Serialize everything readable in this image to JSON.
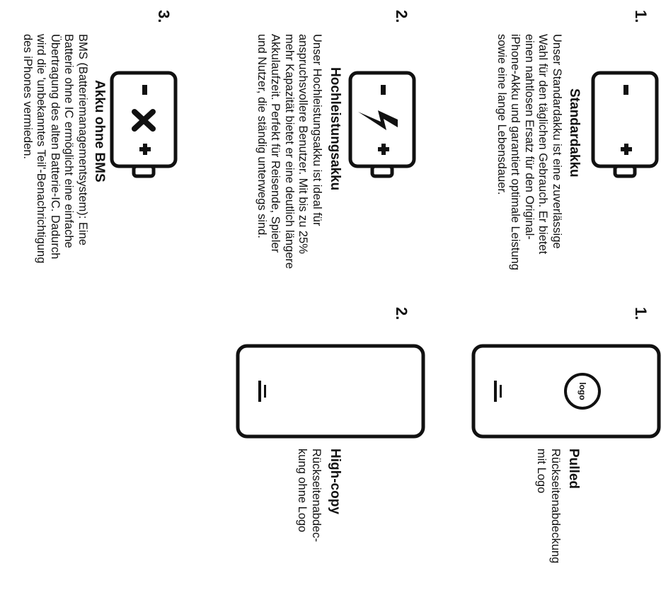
{
  "batteries": [
    {
      "number": "1.",
      "title": "Standardakku",
      "description": "Unser Standardakku ist eine zuverlässige Wahl für den täglichen Gebrauch. Er bietet einen nahtlosen Ersatz für den Original-iPhone-Akku und garantiert optimale Leistung sowie eine lange Lebensdauer.",
      "icon": "battery-icon"
    },
    {
      "number": "2.",
      "title": "Hochleistungsakku",
      "description": "Unser Hochleistungsakku ist ideal für anspruchsvollere Benutzer. Mit bis zu 25% mehr Kapazität bietet er eine deutlich längere Akkulaufzeit. Perfekt für Reisende, Spieler und Nutzer, die ständig unterwegs sind.",
      "icon": "battery-lightning-icon"
    },
    {
      "number": "3.",
      "title": "Akku ohne BMS",
      "description": "BMS (Batteriemanagementsystem): Eine Batterie ohne IC ermöglicht eine einfache Übertragung des alten Batterie-IC. Dadurch wird die 'unbekanntes Teil'-Benachrichtigung des iPhones vermieden.",
      "icon": "battery-x-icon"
    }
  ],
  "covers": [
    {
      "number": "1.",
      "title": "Pulled",
      "description": "Rückseitenabdeckung mit Logo",
      "logo_text": "logo"
    },
    {
      "number": "2.",
      "title": "High-copy",
      "description": "Rückseitenabdec-kung ohne Logo"
    }
  ]
}
